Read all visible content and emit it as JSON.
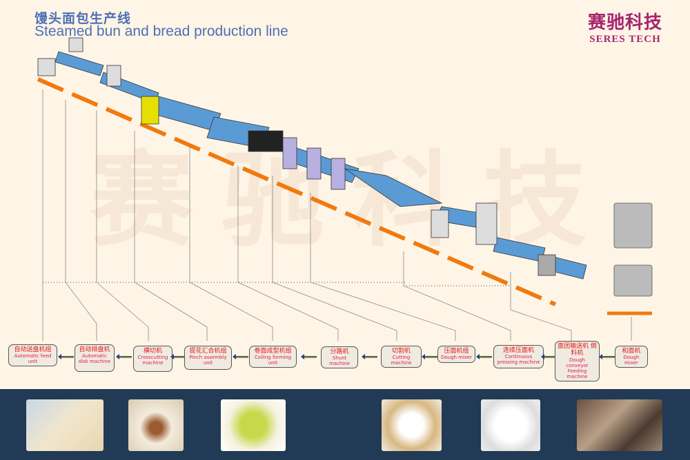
{
  "header": {
    "title_cn": "馒头面包生产线",
    "title_en": "Steamed bun and bread production line"
  },
  "logo": {
    "cn": "赛驰科技",
    "en": "SERES TECH"
  },
  "watermark": "赛驰科技",
  "colors": {
    "accent": "#f07a10",
    "title": "#4d6fb7",
    "brand": "#a8246e",
    "strip": "#213a55"
  },
  "process": [
    {
      "cn": "自动送盘机组",
      "en": "Automatic feed unit"
    },
    {
      "cn": "自动排盘机",
      "en": "Automatic disk machine"
    },
    {
      "cn": "横切机",
      "en": "Crosscutting machine"
    },
    {
      "cn": "提花汇合机组",
      "en": "Pinch assembly unit"
    },
    {
      "cn": "卷面成型机组",
      "en": "Coiling forming unit"
    },
    {
      "cn": "分路机",
      "en": "Shunt machine"
    },
    {
      "cn": "切割机",
      "en": "Cutting machine"
    },
    {
      "cn": "压面机组",
      "en": "Dough mixer"
    },
    {
      "cn": "连续压面机",
      "en": "Continuous pressing machine"
    },
    {
      "cn": "面团输送机 倒料机",
      "en": "Dough conveyor Feeding machine"
    },
    {
      "cn": "和面机",
      "en": "Dough mixer"
    }
  ],
  "photos": [
    "rolls",
    "meat-bun",
    "pumpkin-buns",
    "steamed-buns-basket",
    "white-buns",
    "bread-loaves"
  ]
}
